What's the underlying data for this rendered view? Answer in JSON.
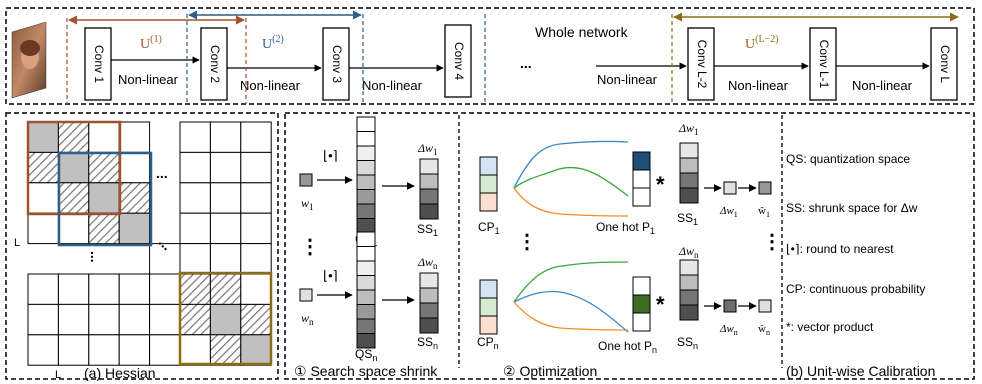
{
  "top": {
    "whole_network": "Whole network",
    "convs": [
      "Conv 1",
      "Conv 2",
      "Conv 3",
      "Conv 4",
      "Conv L-2",
      "Conv L-1",
      "Conv L"
    ],
    "nonlinear": "Non-linear",
    "ellipsis": "...",
    "units": {
      "u1": "U",
      "u1_sup": "(1)",
      "u2": "U",
      "u2_sup": "(2)",
      "uL": "U",
      "uL_sup": "(L−2)"
    }
  },
  "hessian": {
    "caption": "(a) Hessian",
    "dim_label_left": "L",
    "dim_label_bottom": "L",
    "dots": "..."
  },
  "calib": {
    "step1": "① Search space shrink",
    "step2": "② Optimization",
    "caption": "(b) Unit-wise Calibration",
    "w1": "w",
    "w1_sub": "1",
    "wn": "w",
    "wn_sub": "n",
    "round_op": "⌊•⌉",
    "qs1": "QS",
    "qs1_sub": "1",
    "qsn": "QS",
    "qsn_sub": "n",
    "ss1": "SS",
    "ss1_sub": "1",
    "ssn": "SS",
    "ssn_sub": "n",
    "dw1": "Δw",
    "dw1_sub": "1",
    "dwn": "Δw",
    "dwn_sub": "n",
    "cp1": "CP",
    "cp1_sub": "1",
    "cpn": "CP",
    "cpn_sub": "n",
    "onehot1": "One hot P",
    "onehot1_sub": "1",
    "onehotn": "One hot P",
    "onehotn_sub": "n",
    "star": "*",
    "w1hat": "ŵ",
    "w1hat_sub": "1",
    "wnhat": "ŵ",
    "wnhat_sub": "n",
    "vdots": "⋮"
  },
  "legend": {
    "qs": "QS: quantization space",
    "ss": "SS: shrunk  space for Δw",
    "round": "⌊•⌉: round to nearest",
    "cp": "CP: continuous probability",
    "star": "*:  vector product"
  },
  "colors": {
    "orange": "#a0522d",
    "blue": "#2e5f8a",
    "olive": "#8b6d14",
    "blue_curve": "#3a87c8",
    "green_curve": "#3aa83a",
    "orange_curve": "#f28c28",
    "onehot_blue": "#1f4e79",
    "onehot_green": "#3d6b22"
  }
}
